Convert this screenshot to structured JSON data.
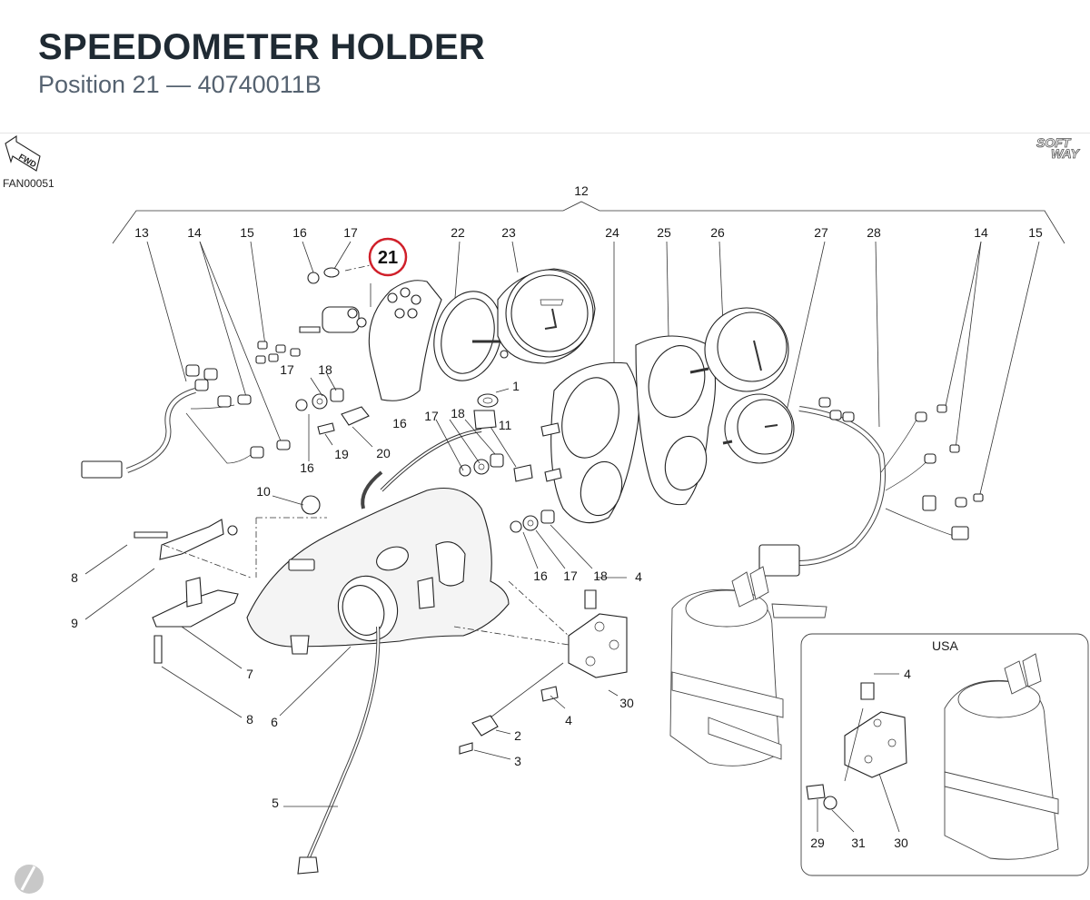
{
  "header": {
    "title": "SPEEDOMETER HOLDER",
    "subtitle": "Position 21 — 40740011B"
  },
  "figure": {
    "code": "FAN00051",
    "fwd_badge": "FWD",
    "brand_line1": "SOFT",
    "brand_line2": "WAY",
    "highlighted_position": "21",
    "highlight_color": "#d0202a",
    "inset_title": "USA"
  },
  "callouts": {
    "c12": "12",
    "top_13": "13",
    "top_14a": "14",
    "top_15a": "15",
    "top_16a": "16",
    "top_17a": "17",
    "top_22": "22",
    "top_23": "23",
    "top_24": "24",
    "top_25": "25",
    "top_26": "26",
    "top_27": "27",
    "top_28": "28",
    "top_14b": "14",
    "top_15b": "15",
    "c17b": "17",
    "c18a": "18",
    "c1": "1",
    "c16b": "16",
    "c17c": "17",
    "c18b": "18",
    "c11": "11",
    "c19": "19",
    "c20": "20",
    "c16c": "16",
    "c10": "10",
    "c8a": "8",
    "c9": "9",
    "c7": "7",
    "c8b": "8",
    "c6": "6",
    "c5": "5",
    "c16d": "16",
    "c17d": "17",
    "c18c": "18",
    "c4a": "4",
    "c30a": "30",
    "c4b": "4",
    "c2": "2",
    "c3": "3",
    "usa_4": "4",
    "usa_29": "29",
    "usa_31": "31",
    "usa_30": "30"
  }
}
